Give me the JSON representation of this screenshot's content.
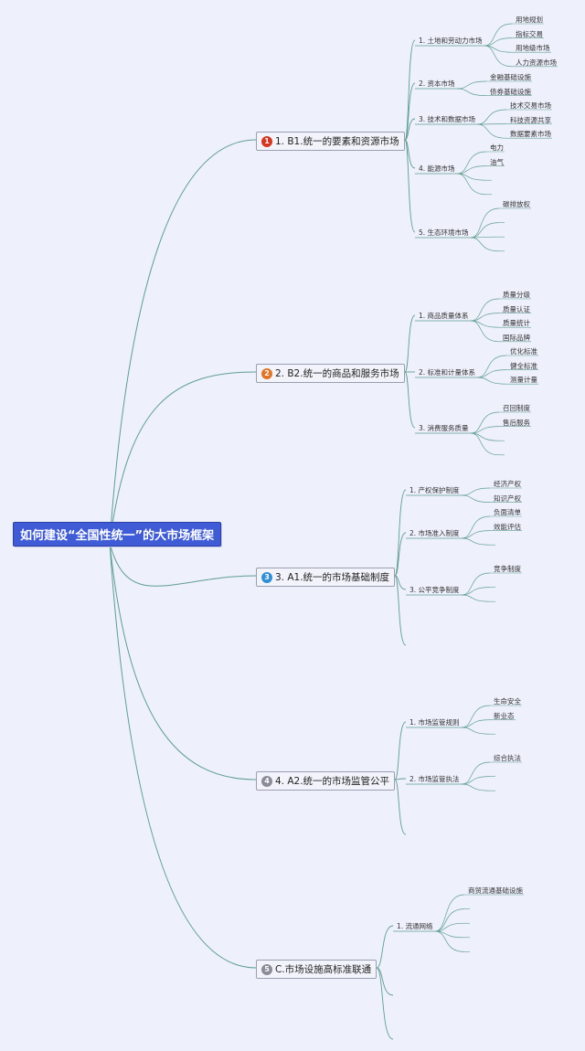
{
  "root": {
    "label": "如何建设“全国性统一”的大市场框架"
  },
  "branches": [
    {
      "badge": "1",
      "badge_color": "#d8351f",
      "label": "1. B1.统一的要素和资源市场",
      "children": [
        {
          "label": "1. 土地和劳动力市场",
          "leaves": [
            "用地规划",
            "指标交易",
            "用地级市场",
            "人力资源市场"
          ],
          "blank": 0
        },
        {
          "label": "2. 资本市场",
          "leaves": [
            "金融基础设施",
            "债券基础设施"
          ],
          "blank": 0
        },
        {
          "label": "3. 技术和数据市场",
          "leaves": [
            "技术交易市场",
            "科技资源共享",
            "数据要素市场"
          ],
          "blank": 0
        },
        {
          "label": "4. 能源市场",
          "leaves": [
            "电力",
            "油气"
          ],
          "blank": 2
        },
        {
          "label": "5. 生态环境市场",
          "leaves": [
            "碳排放权"
          ],
          "blank": 3
        }
      ]
    },
    {
      "badge": "2",
      "badge_color": "#e27426",
      "label": "2. B2.统一的商品和服务市场",
      "children": [
        {
          "label": "1. 商品质量体系",
          "leaves": [
            "质量分级",
            "质量认证",
            "质量统计",
            "国际品牌"
          ],
          "blank": 0
        },
        {
          "label": "2. 标准和计量体系",
          "leaves": [
            "优化标准",
            "健全标准",
            "测量计量"
          ],
          "blank": 0
        },
        {
          "label": "3. 消费服务质量",
          "leaves": [
            "召回制度",
            "售后服务"
          ],
          "blank": 2
        }
      ]
    },
    {
      "badge": "3",
      "badge_color": "#2f8fd8",
      "label": "3. A1.统一的市场基础制度",
      "children": [
        {
          "label": "1. 产权保护制度",
          "leaves": [
            "经济产权",
            "知识产权"
          ],
          "blank": 0
        },
        {
          "label": "2. 市场准入制度",
          "leaves": [
            "负面清单",
            "效能评估"
          ],
          "blank": 1
        },
        {
          "label": "3. 公平竞争制度",
          "leaves": [
            "竞争制度"
          ],
          "blank": 2
        },
        {
          "label": "",
          "leaves": [],
          "blank": 0
        }
      ]
    },
    {
      "badge": "4",
      "badge_color": "#8a8c96",
      "label": "4. A2.统一的市场监管公平",
      "children": [
        {
          "label": "1. 市场监管规则",
          "leaves": [
            "生命安全",
            "新业态"
          ],
          "blank": 1
        },
        {
          "label": "2. 市场监管执法",
          "leaves": [
            "综合执法"
          ],
          "blank": 2
        },
        {
          "label": "",
          "leaves": [],
          "blank": 0
        }
      ]
    },
    {
      "badge": "5",
      "badge_color": "#8a8c96",
      "label": "C.市场设施高标准联通",
      "children": [
        {
          "label": "1. 流通网络",
          "leaves": [
            "商贸流通基础设施"
          ],
          "blank": 4
        },
        {
          "label": "",
          "leaves": [],
          "blank": 0
        },
        {
          "label": "",
          "leaves": [],
          "blank": 0
        }
      ]
    }
  ]
}
